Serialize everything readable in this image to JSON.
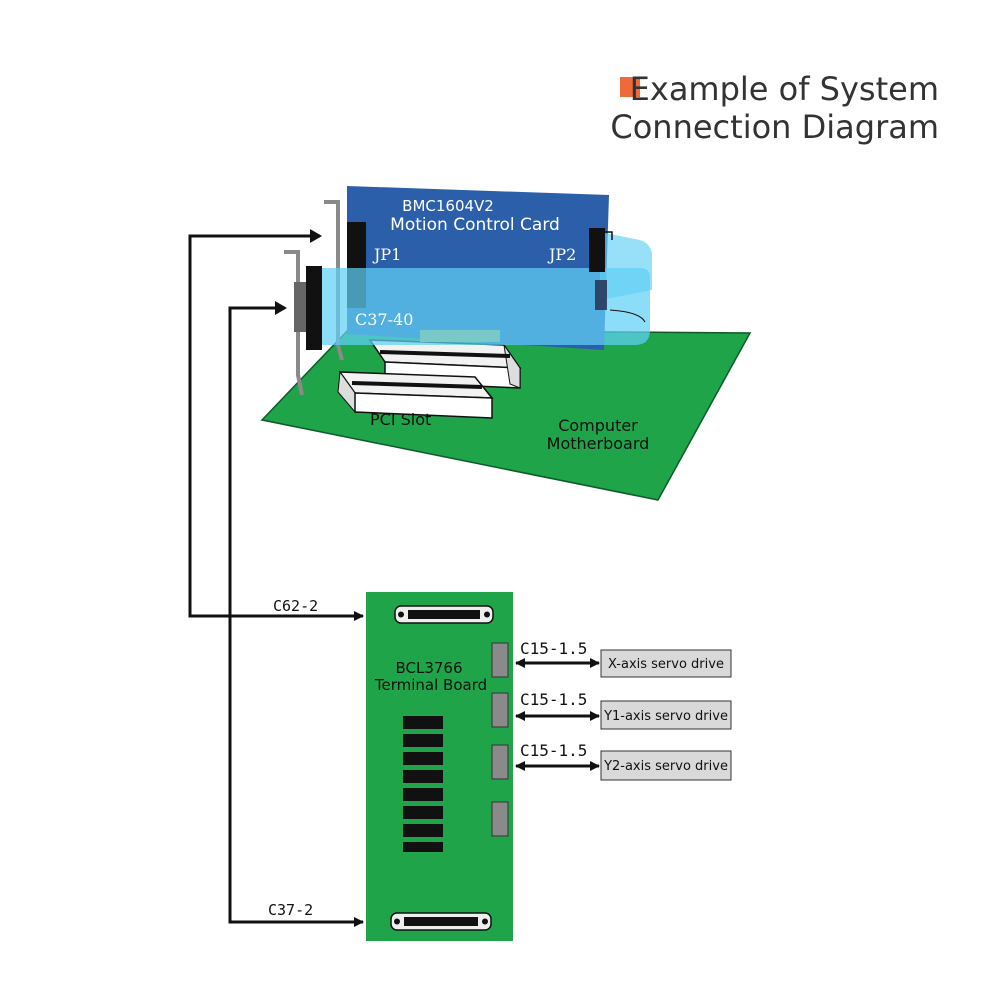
{
  "title": {
    "line1": "Example of System",
    "line2": "Connection Diagram"
  },
  "colors": {
    "accent_square": "#ee6a3a",
    "board_green": "#1fa449",
    "card_blue": "#2b5faa",
    "cable_cyan": "#5fd0f5",
    "connector_black": "#111111",
    "drive_box_gray": "#d9d9d9"
  },
  "card": {
    "name": "BMC1604V2",
    "subtitle": "Motion Control Card",
    "jp1": "JP1",
    "jp2": "JP2",
    "cable": "C37-40"
  },
  "motherboard": {
    "pci_slot": "PCI Slot",
    "line1": "Computer",
    "line2": "Motherboard"
  },
  "terminal_board": {
    "line1": "BCL3766",
    "line2": "Terminal Board"
  },
  "cables": {
    "top": "C62-2",
    "bottom": "C37-2"
  },
  "drives": [
    {
      "cable": "C15-1.5",
      "label": "X-axis servo drive"
    },
    {
      "cable": "C15-1.5",
      "label": "Y1-axis servo drive"
    },
    {
      "cable": "C15-1.5",
      "label": "Y2-axis servo drive"
    }
  ]
}
